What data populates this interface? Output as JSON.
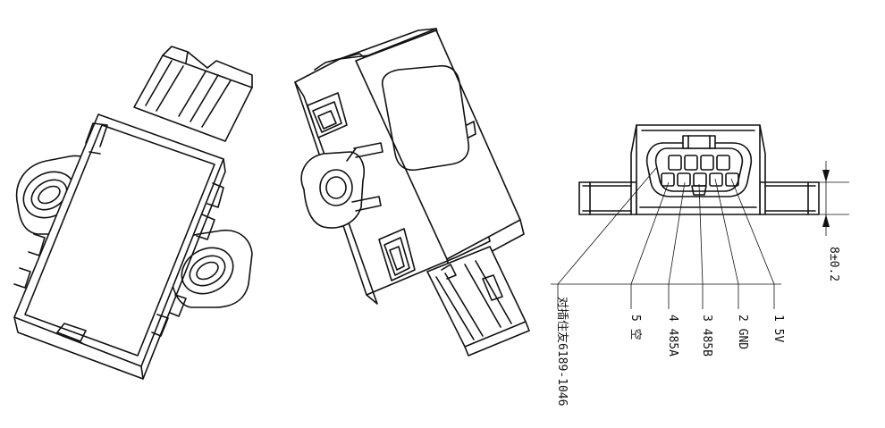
{
  "pin_labels": {
    "pin1": "1 5V",
    "pin2": "2 GND",
    "pin3": "3 485B",
    "pin4": "4 485A",
    "pin5": "5 空",
    "mating": "对插住友6189-1046"
  },
  "dimension": {
    "height": "8±0.2"
  }
}
